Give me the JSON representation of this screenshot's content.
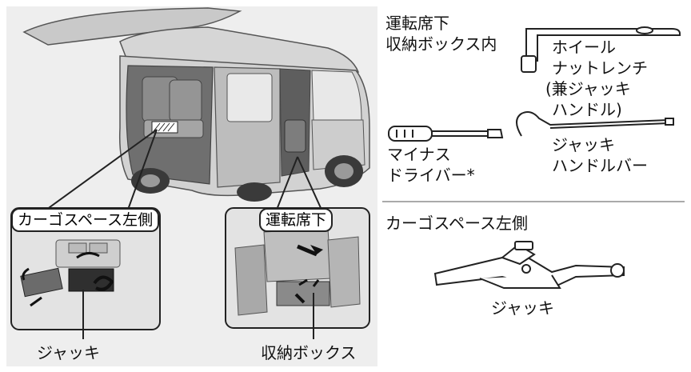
{
  "labels": {
    "under_seat_box_line1": "運転席下",
    "under_seat_box_line2": "収納ボックス内",
    "wrench_line1": "ホイール",
    "wrench_line2": "ナットレンチ",
    "wrench_line3": "(兼ジャッキ",
    "wrench_line4": "ハンドル)",
    "screwdriver_line1": "マイナス",
    "screwdriver_line2": "ドライバー*",
    "handle_bar_line1": "ジャッキ",
    "handle_bar_line2": "ハンドルバー",
    "cargo_left_right": "カーゴスペース左側",
    "jack_right": "ジャッキ",
    "inset_cargo_title": "カーゴスペース左側",
    "inset_seat_title": "運転席下",
    "jack_left": "ジャッキ",
    "storage_box": "収納ボックス"
  },
  "colors": {
    "panel_bg": "#eeeeee",
    "line": "#222222",
    "car_body": "#cfcfcf",
    "car_dark": "#7a7a7a"
  }
}
